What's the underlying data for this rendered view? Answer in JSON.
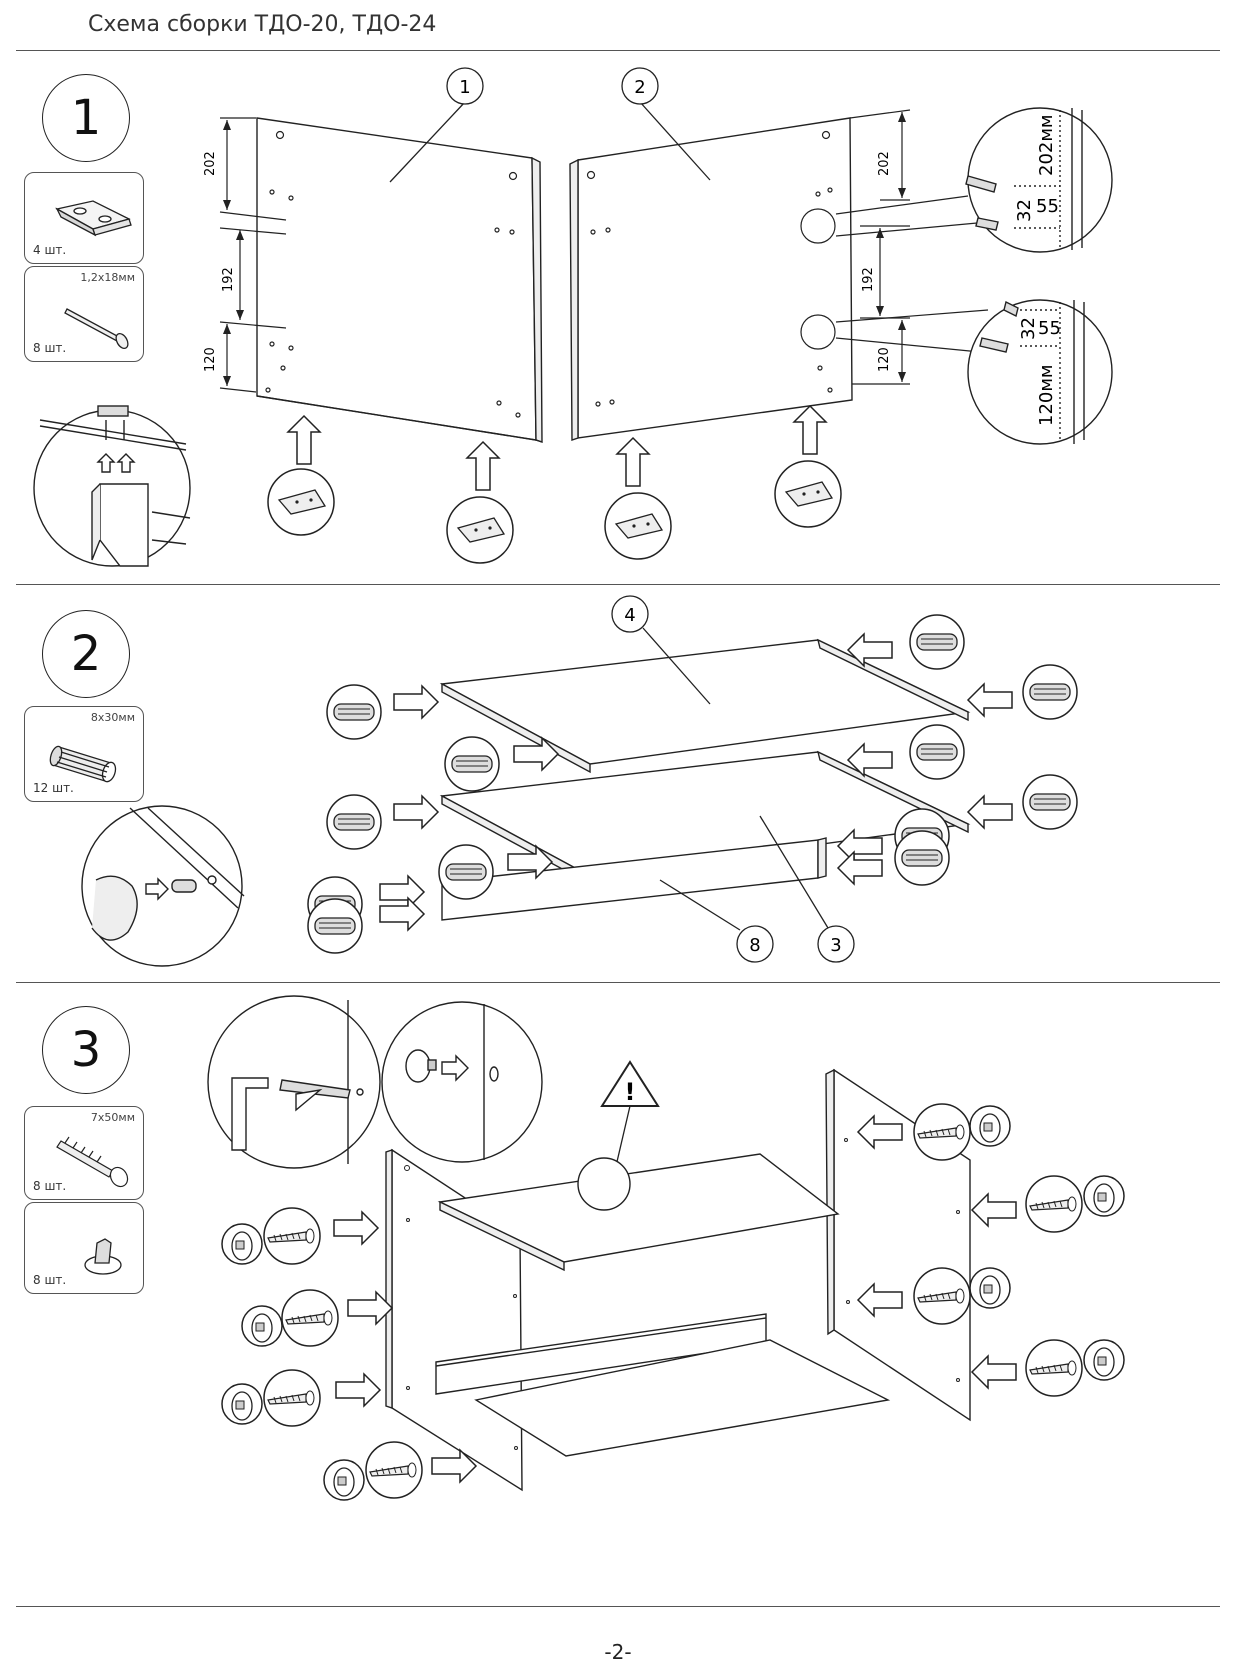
{
  "header": {
    "title": "Схема сборки ТДО-20, ТДО-24"
  },
  "steps": [
    {
      "number": "1",
      "parts": [
        {
          "qty": "4 шт.",
          "size": "",
          "icon": "bracket-icon"
        },
        {
          "qty": "8 шт.",
          "size": "1,2x18мм",
          "icon": "nail-icon"
        }
      ],
      "panel_labels": [
        "1",
        "2"
      ],
      "dimensions": {
        "top": "202",
        "middle": "192",
        "bottom": "120"
      },
      "detail_upper": {
        "depth": "202мм",
        "spacing": "32",
        "offset": "55"
      },
      "detail_lower": {
        "depth": "120мм",
        "spacing": "32",
        "offset": "55"
      }
    },
    {
      "number": "2",
      "parts": [
        {
          "qty": "12 шт.",
          "size": "8x30мм",
          "icon": "dowel-icon"
        }
      ],
      "panel_labels": [
        "4",
        "8",
        "3"
      ]
    },
    {
      "number": "3",
      "parts": [
        {
          "qty": "8 шт.",
          "size": "7x50мм",
          "icon": "confirmat-screw-icon"
        },
        {
          "qty": "8 шт.",
          "size": "",
          "icon": "screw-cap-icon"
        }
      ],
      "warning_symbol": "!"
    }
  ],
  "footer": {
    "page": "-2-"
  }
}
